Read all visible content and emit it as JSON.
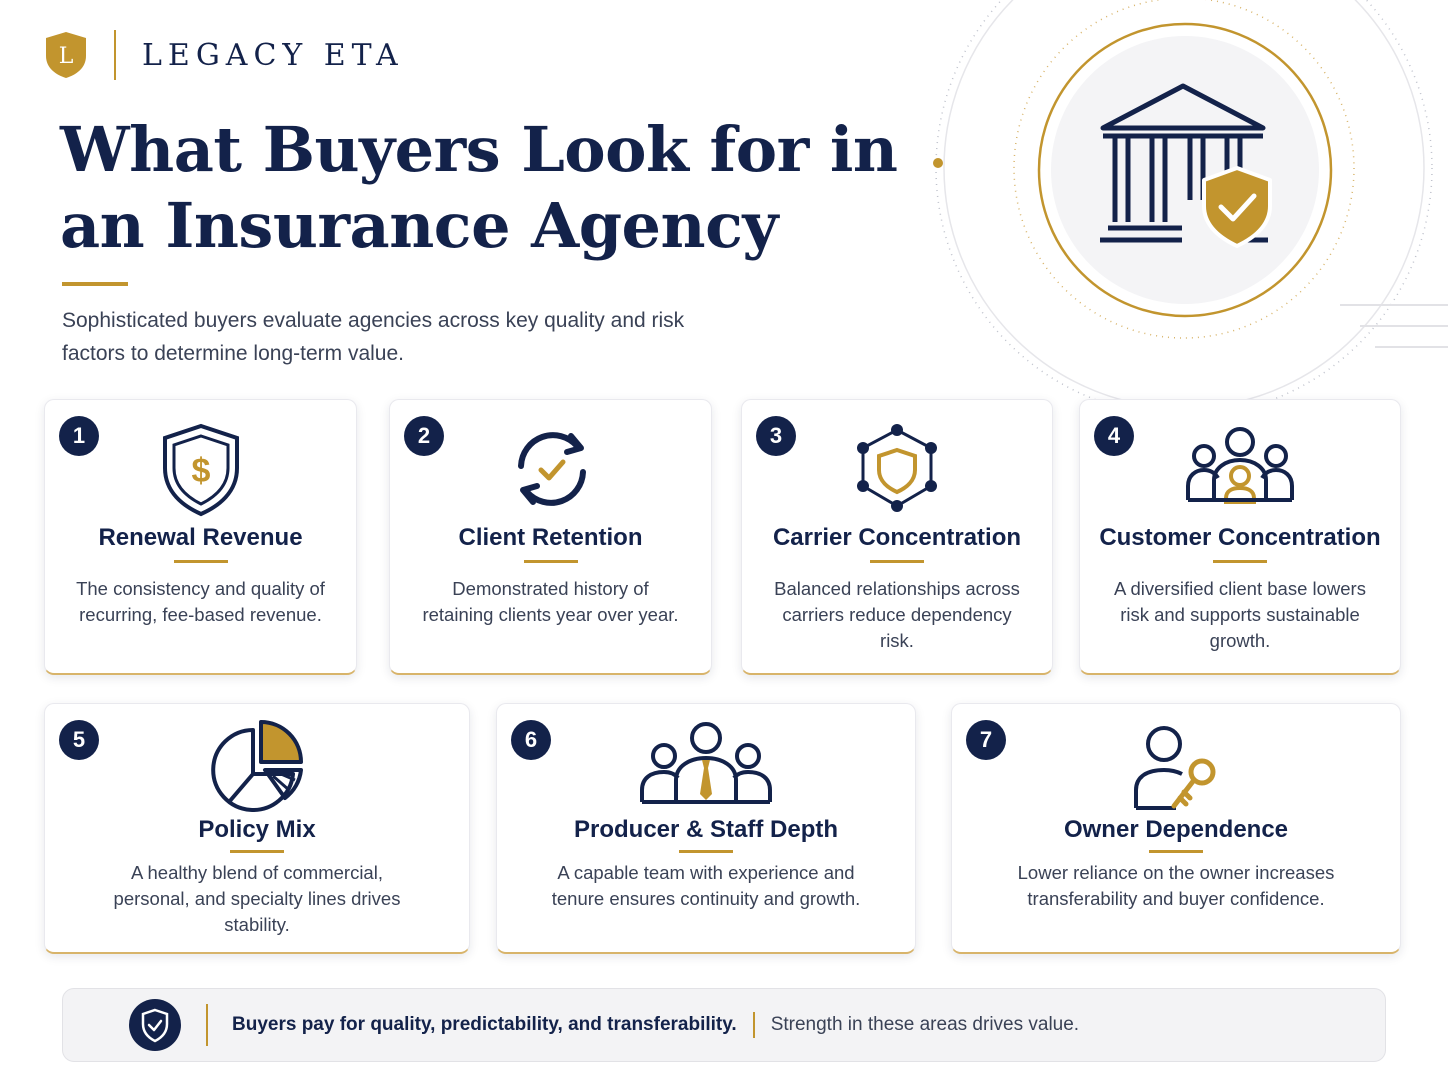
{
  "brand": {
    "logo_letter": "L",
    "name": "LEGACY ETA"
  },
  "header": {
    "title": "What Buyers Look for in an Insurance Agency",
    "subtitle": "Sophisticated buyers evaluate agencies across key quality and risk factors to determine long-term value."
  },
  "hero": {
    "icon": "bank-shield-check-icon"
  },
  "colors": {
    "navy": "#13224a",
    "gold": "#c2952e",
    "text": "#3a4256"
  },
  "cards": [
    {
      "number": "1",
      "title": "Renewal Revenue",
      "description": "The consistency and quality of recurring, fee-based revenue.",
      "icon": "shield-dollar-icon"
    },
    {
      "number": "2",
      "title": "Client Retention",
      "description": "Demonstrated history of retaining clients year over year.",
      "icon": "refresh-check-icon"
    },
    {
      "number": "3",
      "title": "Carrier Concentration",
      "description": "Balanced relationships across carriers reduce dependency risk.",
      "icon": "network-shield-icon"
    },
    {
      "number": "4",
      "title": "Customer Concentration",
      "description": "A diversified client base lowers risk and supports sustainable growth.",
      "icon": "people-group-icon"
    },
    {
      "number": "5",
      "title": "Policy Mix",
      "description": "A healthy blend of commercial, personal, and specialty lines drives stability.",
      "icon": "pie-chart-icon"
    },
    {
      "number": "6",
      "title": "Producer & Staff Depth",
      "description": "A capable team with experience and tenure ensures continuity and growth.",
      "icon": "team-tie-icon"
    },
    {
      "number": "7",
      "title": "Owner Dependence",
      "description": "Lower reliance on the owner increases transferability and buyer confidence.",
      "icon": "person-key-icon"
    }
  ],
  "footer": {
    "icon": "shield-check-icon",
    "statement": "Buyers pay for quality, predictability, and transferability.",
    "note": "Strength in these areas drives value."
  }
}
